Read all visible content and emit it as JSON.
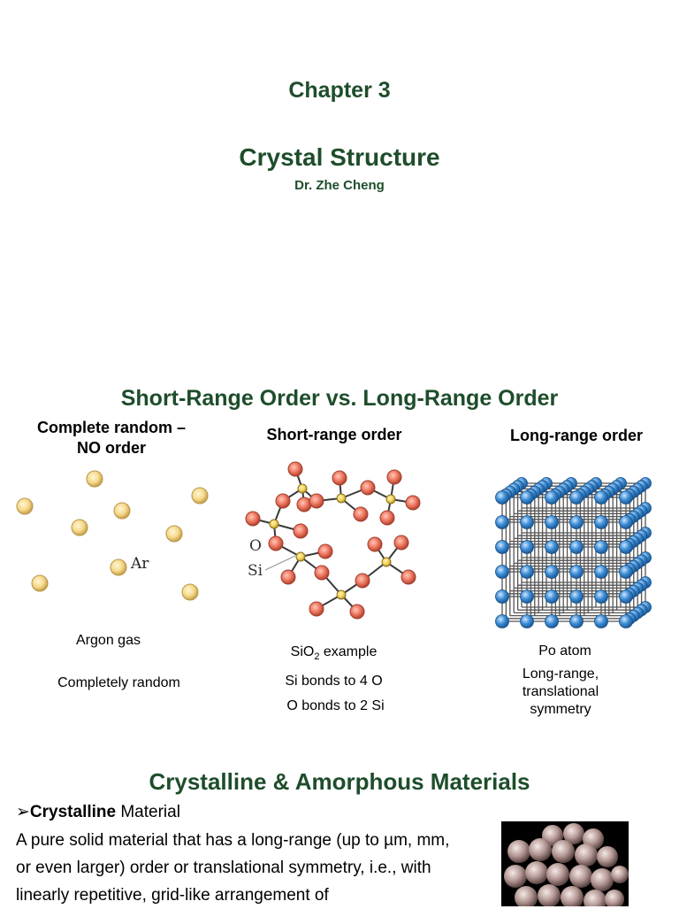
{
  "chapter": "Chapter 3",
  "title": "Crystal Structure",
  "author": "Dr. Zhe Cheng",
  "section1": {
    "heading": "Short-Range Order vs. Long-Range Order",
    "columns": [
      {
        "heading_line1": "Complete random –",
        "heading_line2": "NO order",
        "figure_label": "Ar",
        "caption1": "Argon gas",
        "caption2": "Completely random"
      },
      {
        "heading": "Short-range order",
        "label_o": "O",
        "label_si": "Si",
        "caption1_prefix": "SiO",
        "caption1_sub": "2",
        "caption1_suffix": " example",
        "caption2": "Si bonds to 4 O",
        "caption3": "O bonds to 2 Si"
      },
      {
        "heading": "Long-range order",
        "caption1": "Po atom",
        "caption2_line1": "Long-range,",
        "caption2_line2": "translational",
        "caption2_line3": "symmetry"
      }
    ]
  },
  "section2": {
    "heading": "Crystalline & Amorphous Materials",
    "bullet_symbol": "➢",
    "bullet_bold": "Crystalline",
    "bullet_rest": " Material",
    "paragraph_line1": "A pure solid material that has a long-range (up to µm, mm,",
    "paragraph_line2": "or even larger) order or translational symmetry, i.e., with",
    "paragraph_line3": "linearly repetitive, grid-like arrangement of"
  },
  "colors": {
    "heading_green": "#1e4d2b",
    "argon_fill": "#f6d98a",
    "oxygen_fill": "#ef7a64",
    "silicon_fill": "#f3d35a",
    "po_fill": "#3f8fd6"
  }
}
